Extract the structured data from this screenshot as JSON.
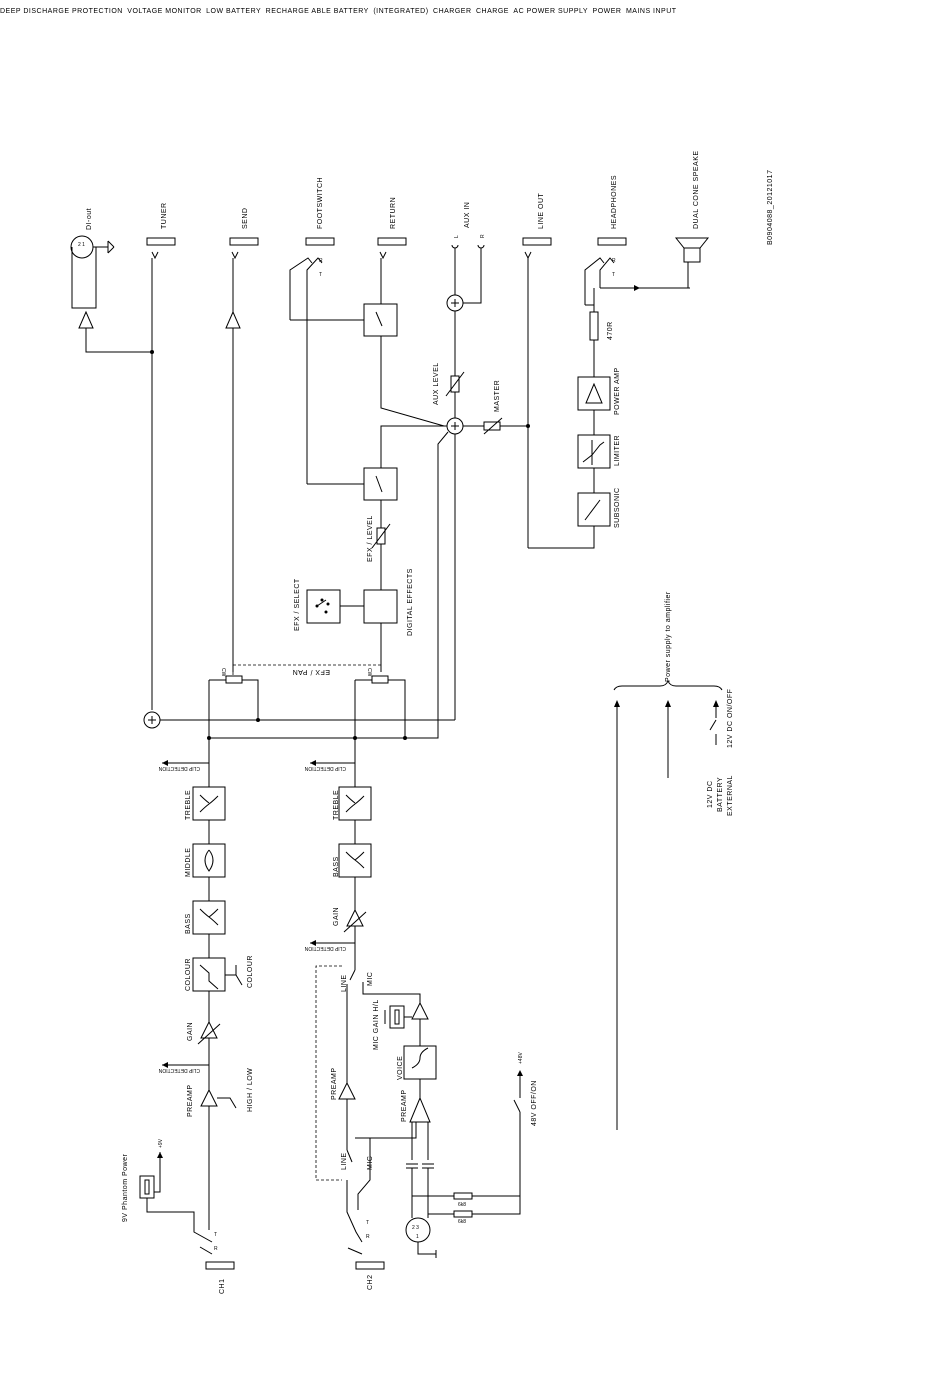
{
  "doc_id": "B0904088_20121017",
  "outputs": {
    "di_out": "DI-out",
    "tuner": "TUNER",
    "send": "SEND",
    "footswitch": "FOOTSWITCH",
    "return": "RETURN",
    "aux_in": "AUX IN",
    "aux_l": "L",
    "aux_r": "R",
    "line_out": "LINE OUT",
    "headphones": "HEADPHONES",
    "dual_cone": "DUAL CONE SPEAKE"
  },
  "amp_chain": {
    "aux_level": "AUX LEVEL",
    "master": "MASTER",
    "power_amp": "POWER AMP",
    "limiter": "LIMITER",
    "subsonic": "SUBSONIC",
    "r470": "470R"
  },
  "effects": {
    "efx_level": "EFX / LEVEL",
    "efx_select": "EFX / SELECT",
    "digital_effects": "DIGITAL EFFECTS",
    "efx_pan": "EFX / PAN",
    "cw": "CW"
  },
  "ch1": {
    "name": "CH1",
    "phantom": "9V Phantom Power",
    "plus9v": "+9V",
    "preamp": "PREAMP",
    "high_low": "HIGH / LOW",
    "gain": "GAIN",
    "colour": "COLOUR",
    "colour_sw": "COLOUR",
    "bass": "BASS",
    "middle": "MIDDLE",
    "treble": "TREBLE",
    "clip1": "CLIP DETECTION",
    "clip2": "CLIP DETECTION"
  },
  "ch2": {
    "name": "CH2",
    "line": "LINE",
    "mic": "MIC",
    "preamp_line": "PREAMP",
    "preamp_mic": "PREAMP",
    "voice": "VOICE",
    "mic_gain": "MIC GAIN H/L",
    "gain": "GAIN",
    "bass": "BASS",
    "treble": "TREBLE",
    "clip1": "CLIP DETECTION",
    "clip2": "CLIP DETECTION",
    "line2": "LINE",
    "mic2": "MIC",
    "v48": "+48V",
    "v48_onoff": "48V OFF/ON",
    "r1": "6k8",
    "r2": "6k8"
  },
  "jack": {
    "t": "T",
    "r": "R"
  },
  "power": {
    "supply_label": "Power supply to amplifier",
    "mains_input": "MAINS INPUT",
    "power_sw": "POWER",
    "ac_supply": "AC POWER SUPPLY",
    "charger": "CHARGER",
    "charge": "CHARGE",
    "voltage_monitor": "VOLTAGE MONITOR",
    "low_battery": "LOW BATTERY",
    "deep_discharge": "DEEP DISCHARGE PROTECTION",
    "battery_external": "12V DC BATTERY EXTERNAL",
    "dc_onoff": "12V DC ON/OFF",
    "rechargeable": "RECHARGE ABLE BATTERY (INTEGRATED)"
  }
}
